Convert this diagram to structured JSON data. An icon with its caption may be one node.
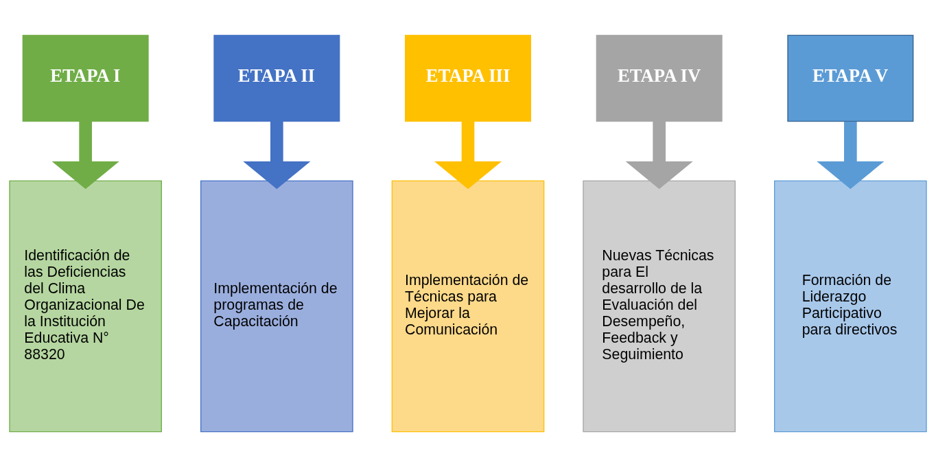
{
  "diagram": {
    "nodes": [
      {
        "text": [
          "ETAPA I"
        ]
      },
      {
        "text": [
          "ETAPA II"
        ]
      },
      {
        "text": [
          "ETAPA III"
        ]
      },
      {
        "text": [
          "ETAPA IV"
        ]
      },
      {
        "text": [
          "ETAPA V"
        ]
      },
      {
        "text": [
          "Identificación de las Deficiencias del Clima Organizacional De la Institución Educativa N° 88320"
        ]
      },
      {
        "text": [
          "Implementación de programas de Capacitación"
        ]
      },
      {
        "text": [
          "Implementación de Técnicas para Mejorar la Comunicación"
        ]
      },
      {
        "text": [
          "Nuevas Técnicas para El desarrollo de la Evaluación del Desempeño, Feedback y Seguimiento"
        ]
      },
      {
        "text": [
          "Formación de Liderazgo Participativo para directivos"
        ]
      }
    ],
    "edges": [
      {
        "from": 0,
        "to": 5,
        "arrow": "to",
        "color": "#70ad47"
      },
      {
        "from": 1,
        "to": 6,
        "arrow": "to",
        "color": "#4472c4"
      },
      {
        "from": 2,
        "to": 7,
        "arrow": "to",
        "color": "#ffc000"
      },
      {
        "from": 3,
        "to": 8,
        "arrow": "to",
        "color": "#a5a5a5"
      },
      {
        "from": 4,
        "to": 9,
        "arrow": "to",
        "color": "#5b9bd5"
      }
    ]
  }
}
